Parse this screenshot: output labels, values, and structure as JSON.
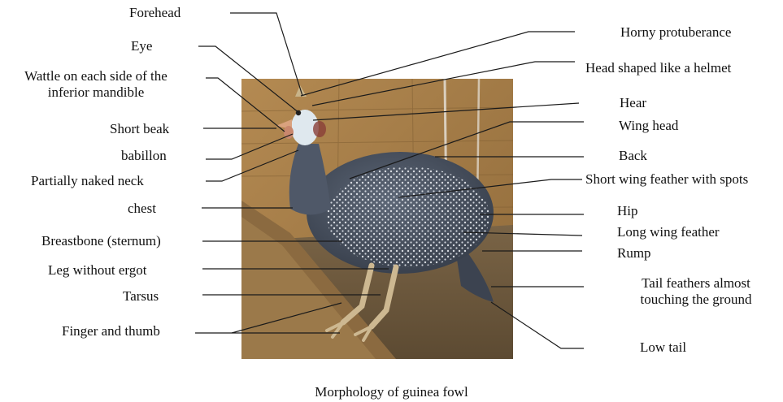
{
  "figure": {
    "caption": "Morphology of guinea fowl",
    "colors": {
      "leader_line": "#1a1a1a",
      "wall": "#a07a45",
      "ground": "#6e5a3c",
      "plumage": "#4d5666",
      "spots": "#e6e9ee",
      "leg": "#cdb891",
      "face": "#dfe8ee"
    },
    "left_labels": [
      {
        "id": "forehead",
        "text": "Forehead"
      },
      {
        "id": "eye",
        "text": "Eye"
      },
      {
        "id": "wattle",
        "text": "Wattle on each side of the inferior mandible"
      },
      {
        "id": "short-beak",
        "text": "Short beak"
      },
      {
        "id": "babillon",
        "text": "babillon"
      },
      {
        "id": "naked-neck",
        "text": "Partially naked neck"
      },
      {
        "id": "chest",
        "text": "chest"
      },
      {
        "id": "breastbone",
        "text": "Breastbone (sternum)"
      },
      {
        "id": "leg-without-ergot",
        "text": "Leg without ergot"
      },
      {
        "id": "tarsus",
        "text": "Tarsus"
      },
      {
        "id": "finger-thumb",
        "text": "Finger and thumb"
      }
    ],
    "right_labels": [
      {
        "id": "horny-protuberance",
        "text": "Horny protuberance"
      },
      {
        "id": "helmet-head",
        "text": "Head shaped like a helmet"
      },
      {
        "id": "hear",
        "text": "Hear"
      },
      {
        "id": "wing-head",
        "text": "Wing head"
      },
      {
        "id": "back",
        "text": "Back"
      },
      {
        "id": "short-wing-feather",
        "text": "Short wing feather with spots"
      },
      {
        "id": "hip",
        "text": "Hip"
      },
      {
        "id": "long-wing-feather",
        "text": "Long wing feather"
      },
      {
        "id": "rump",
        "text": "Rump"
      },
      {
        "id": "tail-feathers",
        "text": "Tail feathers almost touching the ground"
      },
      {
        "id": "low-tail",
        "text": "Low tail"
      }
    ]
  }
}
